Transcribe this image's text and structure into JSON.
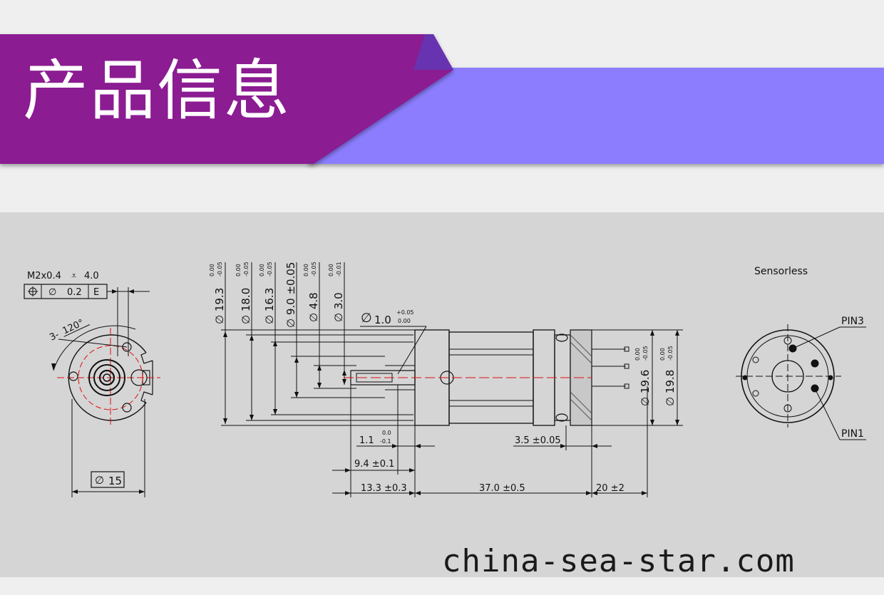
{
  "header": {
    "title": "产品信息",
    "colors": {
      "primary": "#8b1a92",
      "secondary": "#8b7dfe"
    }
  },
  "front_view": {
    "thread_note": "M2x0.4",
    "thread_depth": "4.0",
    "tolerance_value": "0.2",
    "tolerance_datum": "E",
    "hole_count_prefix": "3-",
    "angle": "120°",
    "diameter_dim": "15"
  },
  "side_view": {
    "diameters": [
      {
        "nominal": "19.3",
        "upper": "0.00",
        "lower": "-0.05"
      },
      {
        "nominal": "18.0",
        "upper": "0.00",
        "lower": "-0.05"
      },
      {
        "nominal": "16.3",
        "upper": "0.00",
        "lower": "-0.05"
      },
      {
        "nominal": "9.0 ±0.05",
        "upper": "",
        "lower": ""
      },
      {
        "nominal": "4.8",
        "upper": "0.00",
        "lower": "-0.05"
      },
      {
        "nominal": "3.0",
        "upper": "0.00",
        "lower": "-0.01"
      }
    ],
    "shaft_dia": {
      "nominal": "1.0",
      "upper": "+0.05",
      "lower": "0.00"
    },
    "right_diameters": [
      {
        "nominal": "19.6",
        "upper": "0.00",
        "lower": "-0.05"
      },
      {
        "nominal": "19.8",
        "upper": "0.00",
        "lower": "-0.05"
      }
    ],
    "len_1_1": {
      "nominal": "1.1",
      "upper": "0.0",
      "lower": "-0.1"
    },
    "len_3_5": "3.5 ±0.05",
    "len_9_4": "9.4 ±0.1",
    "len_13_3": "13.3 ±0.3",
    "len_37": "37.0 ±0.5",
    "len_20": "20 ±2"
  },
  "rear_view": {
    "label": "Sensorless",
    "pin3": "PIN3",
    "pin1": "PIN1"
  },
  "watermark": "china-sea-star.com"
}
